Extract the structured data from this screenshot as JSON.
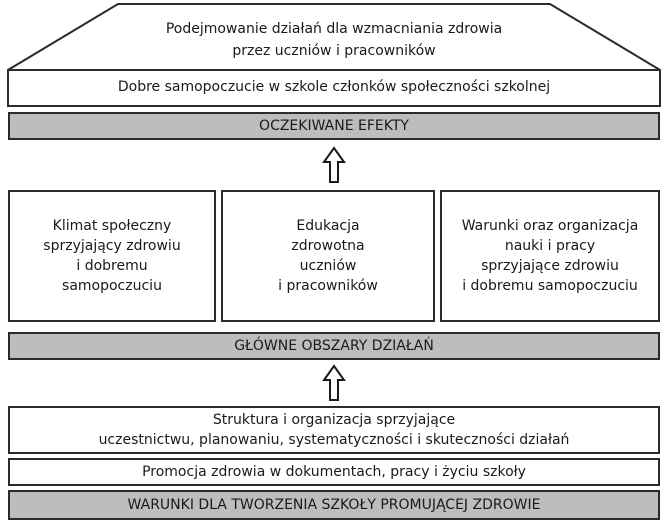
{
  "top_section": {
    "apex_lines": [
      "Podejmowanie działań dla wzmacniania zdrowia",
      "przez uczniów i pracowników"
    ],
    "band_text": "Dobre samopoczucie w szkole członków społeczności szkolnej",
    "base_label": "OCZEKIWANE EFEKTY"
  },
  "middle_section": {
    "areas": [
      {
        "lines": [
          "Klimat społeczny",
          "sprzyjający zdrowiu",
          "i dobremu",
          "samopoczuciu"
        ]
      },
      {
        "lines": [
          "Edukacja",
          "zdrowotna",
          "uczniów",
          "i pracowników"
        ]
      },
      {
        "lines": [
          "Warunki oraz organizacja",
          "nauki i pracy",
          "sprzyjające zdrowiu",
          "i dobremu samopoczuciu"
        ]
      }
    ],
    "base_label": "GŁÓWNE OBSZARY DZIAŁAŃ"
  },
  "bottom_section": {
    "structure_lines": [
      "Struktura  i organizacja sprzyjające",
      "uczestnictwu, planowaniu, systematyczności i skuteczności działań"
    ],
    "promotion_text": "Promocja zdrowia w dokumentach, pracy i życiu szkoły",
    "base_label": "WARUNKI DLA TWORZENIA SZKOŁY PROMUJĄCEJ  ZDROWIE"
  },
  "colors": {
    "gray_bar": "#bdbdbd",
    "border": "#2b2b2b"
  },
  "icons": [
    "up-arrow-icon",
    "up-arrow-icon"
  ]
}
